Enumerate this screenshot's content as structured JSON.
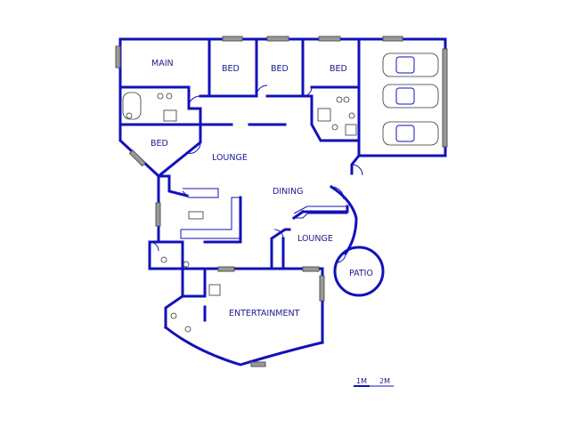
{
  "rooms": {
    "main": "MAIN",
    "bed1": "BED",
    "bed2": "BED",
    "bed3": "BED",
    "bed4": "BED",
    "lounge1": "LOUNGE",
    "dining": "DINING",
    "lounge2": "LOUNGE",
    "patio": "PATIO",
    "entertainment": "ENTERTAINMENT"
  },
  "scale": {
    "label1": "1M",
    "label2": "2M"
  },
  "colors": {
    "wall": "#1111bb",
    "text": "#1a1a8c"
  }
}
